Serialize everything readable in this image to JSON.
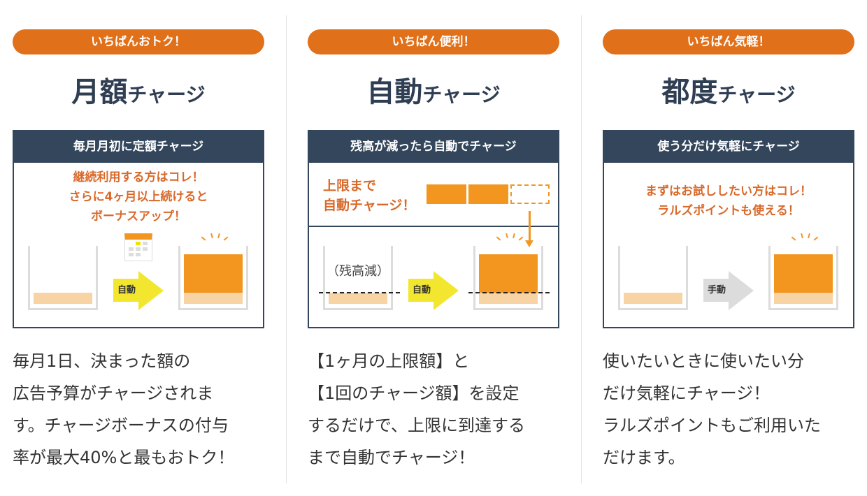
{
  "columns": [
    {
      "badge": "いちばんおトク！",
      "title_main": "月額",
      "title_sub": "チャージ",
      "box_header": "毎月月初に定額チャージ",
      "highlight": [
        "継続利用する方はコレ！",
        "さらに4ヶ月以上続けると",
        "ボーナスアップ！"
      ],
      "arrow_label": "自動",
      "body": [
        "毎月1日、決まった額の",
        "広告予算がチャージされま",
        "す。チャージボーナスの付与",
        "率が最大40%と最もおトク！"
      ]
    },
    {
      "badge": "いちばん便利！",
      "title_main": "自動",
      "title_sub": "チャージ",
      "box_header": "残高が減ったら自動でチャージ",
      "highlight": [
        "上限まで",
        "自動チャージ！"
      ],
      "cup_label": "（残高減）",
      "arrow_label": "自動",
      "body": [
        "【1ヶ月の上限額】と",
        "【1回のチャージ額】を設定",
        "するだけで、上限に到達する",
        "まで自動でチャージ！"
      ]
    },
    {
      "badge": "いちばん気軽！",
      "title_main": "都度",
      "title_sub": "チャージ",
      "box_header": "使う分だけ気軽にチャージ",
      "highlight": [
        "まずはお試ししたい方はコレ！",
        "ラルズポイントも使える！"
      ],
      "arrow_label": "手動",
      "body": [
        "使いたいときに使いたい分",
        "だけ気軽にチャージ！",
        "ラルズポイントもご利用いた",
        "だけます。"
      ]
    }
  ],
  "colors": {
    "orange": "#e07019",
    "navy": "#34465c",
    "fill": "#f2961f",
    "arrow_auto": "#f2e72e",
    "arrow_manual": "#dcdcdc"
  }
}
